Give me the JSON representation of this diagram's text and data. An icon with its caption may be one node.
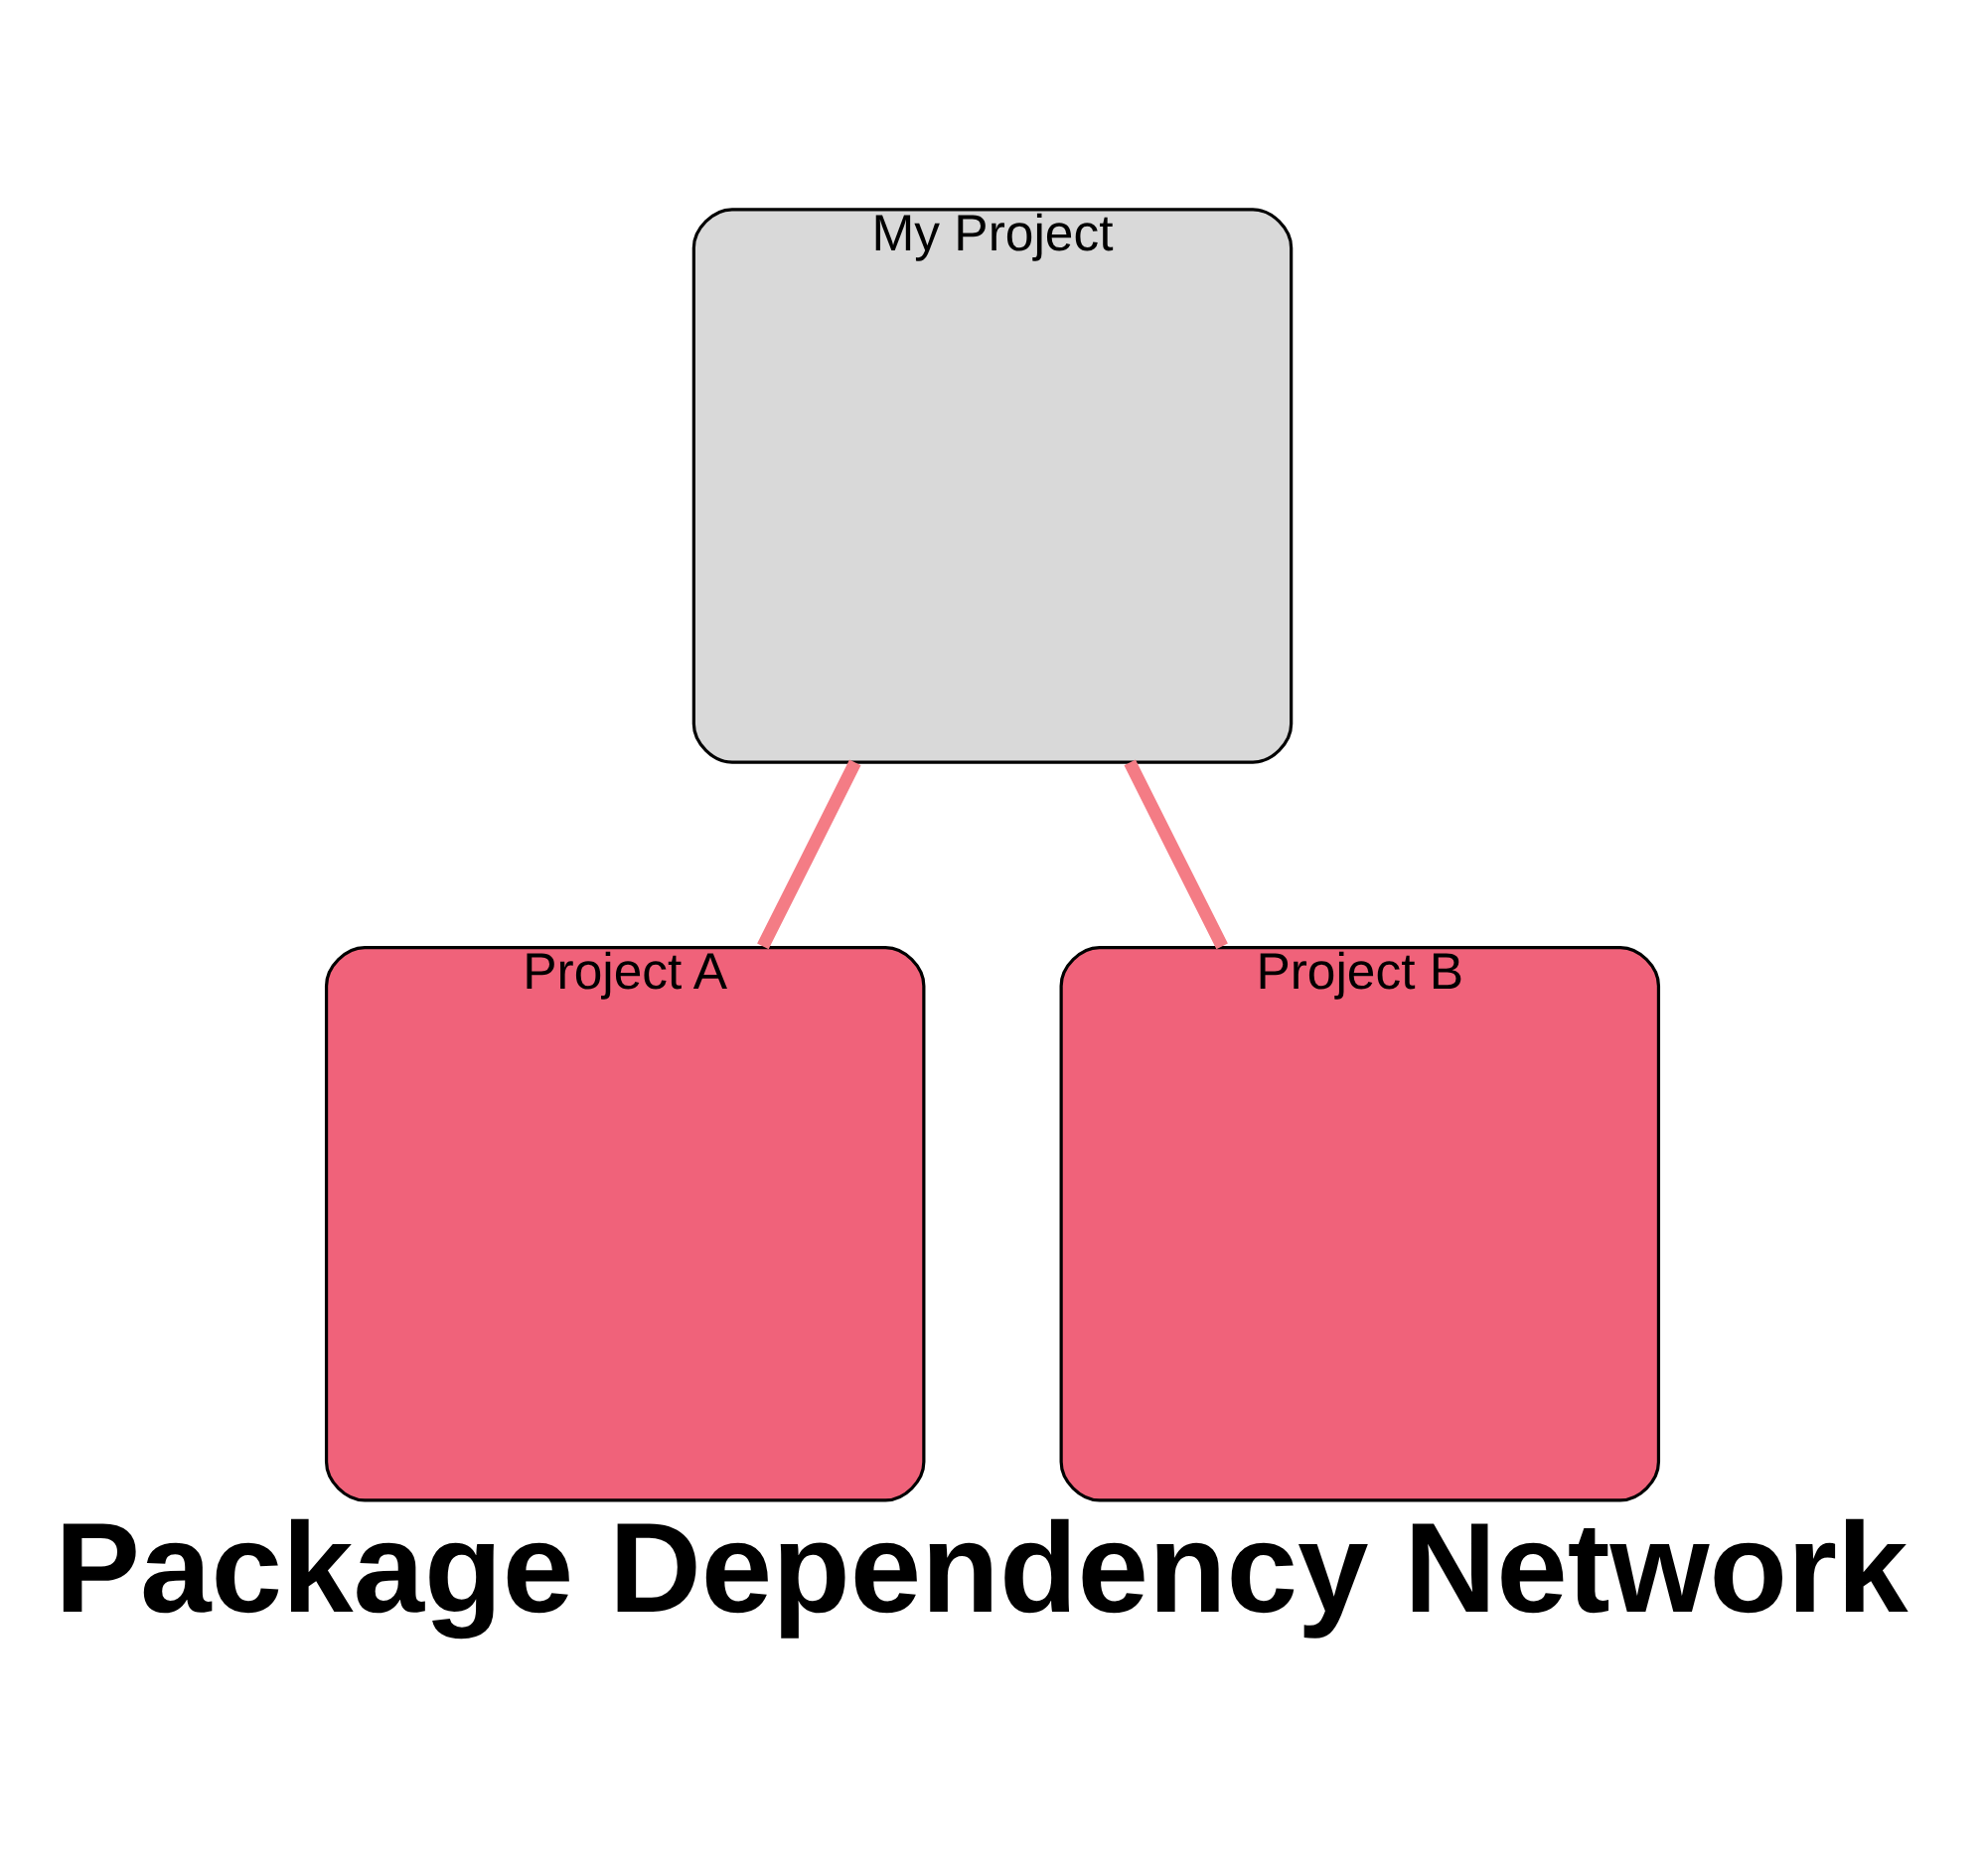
{
  "diagram": {
    "caption": "Package Dependency Network",
    "nodes": [
      {
        "text": [
          "My Project"
        ]
      },
      {
        "text": [
          "Project A"
        ]
      },
      {
        "text": [
          "Project B"
        ]
      }
    ],
    "edges": [
      {
        "from": 0,
        "to": 1,
        "arrow": "none"
      },
      {
        "from": 0,
        "to": 2,
        "arrow": "none"
      }
    ]
  }
}
